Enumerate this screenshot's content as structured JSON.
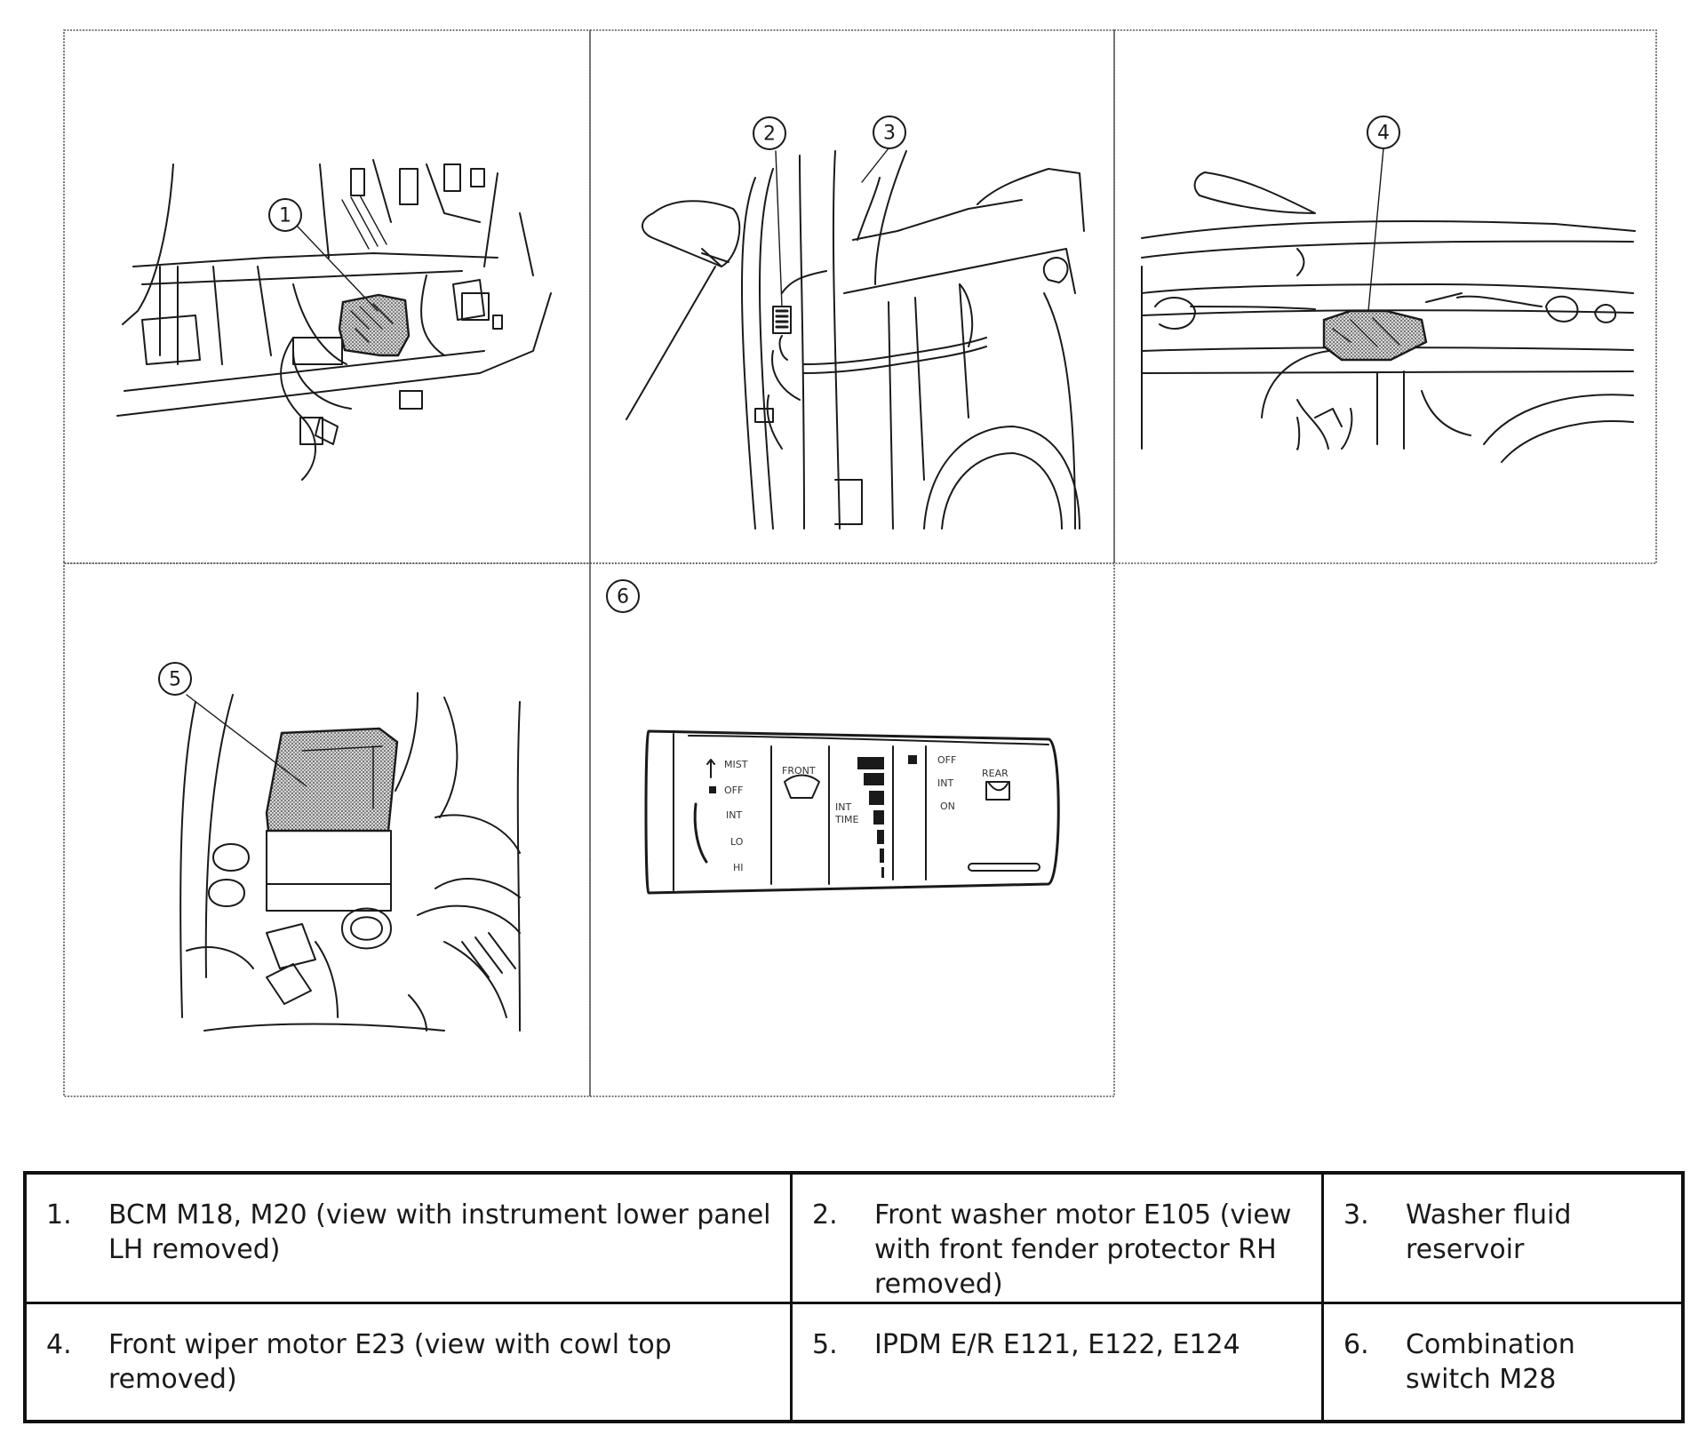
{
  "callouts": [
    "1",
    "2",
    "3",
    "4",
    "5",
    "6"
  ],
  "switch_labels": {
    "front_positions": [
      "MIST",
      "OFF",
      "INT",
      "LO",
      "HI"
    ],
    "front": "FRONT",
    "int_time": [
      "INT",
      "TIME"
    ],
    "rear_positions": [
      "OFF",
      "INT",
      "ON"
    ],
    "rear": "REAR"
  },
  "legend": [
    {
      "num": "1.",
      "text": "BCM M18, M20 (view with instrument lower panel LH removed)"
    },
    {
      "num": "2.",
      "text": "Front washer motor E105 (view with front fender protector RH removed)"
    },
    {
      "num": "3.",
      "text": "Washer fluid reservoir"
    },
    {
      "num": "4.",
      "text": "Front wiper motor E23 (view with cowl top removed)"
    },
    {
      "num": "5.",
      "text": "IPDM E/R E121, E122, E124"
    },
    {
      "num": "6.",
      "text": "Combination switch M28"
    }
  ]
}
